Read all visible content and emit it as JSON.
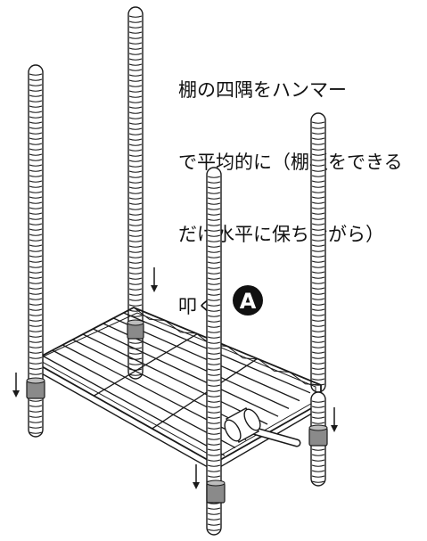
{
  "instruction": {
    "lines": [
      "棚の四隅をハンマー",
      "で平均的に（棚板をできる",
      "だけ水平に保ちながら）",
      "叩く"
    ]
  },
  "badge": {
    "label": "A"
  },
  "colors": {
    "line": "#1a1a1a",
    "sleeve": "#8a8a8a",
    "badge_bg": "#111111",
    "badge_text": "#ffffff"
  }
}
